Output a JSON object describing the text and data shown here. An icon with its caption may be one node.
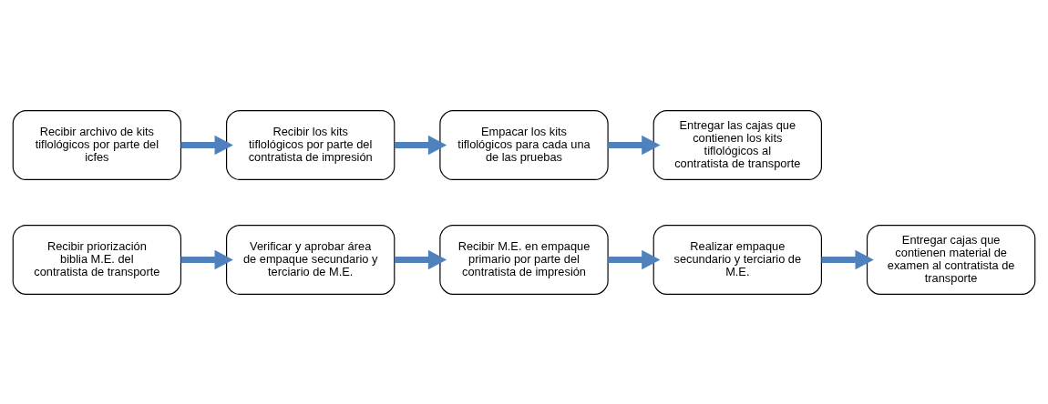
{
  "diagram": {
    "nodes": [
      {
        "text": [
          "Recibir priorización biblia M.E. del contratista de transporte"
        ]
      },
      {
        "text": [
          "Verificar y aprobar área de empaque secundario y terciario de M.E."
        ]
      },
      {
        "text": [
          "Recibir M.E. en empaque primario por parte del contratista de impresión"
        ]
      },
      {
        "text": [
          "Realizar empaque secundario y terciario de M.E."
        ]
      },
      {
        "text": [
          "Entregar cajas que contienen material de examen al contratista de transporte"
        ]
      },
      {
        "text": [
          "Recibir archivo de kits tiflológicos por parte del icfes"
        ]
      },
      {
        "text": [
          "Recibir los kits tiflológicos por parte del contratista de impresión"
        ]
      },
      {
        "text": [
          "Empacar los kits tiflológicos para cada una de las pruebas"
        ]
      },
      {
        "text": [
          "Entregar las cajas que contienen los kits tiflológicos al contratista de transporte"
        ]
      }
    ],
    "edges": [
      {
        "from": 0,
        "to": 1,
        "arrow": "to"
      },
      {
        "from": 1,
        "to": 2,
        "arrow": "to"
      },
      {
        "from": 2,
        "to": 3,
        "arrow": "to"
      },
      {
        "from": 3,
        "to": 4,
        "arrow": "to"
      },
      {
        "from": 5,
        "to": 6,
        "arrow": "to"
      },
      {
        "from": 6,
        "to": 7,
        "arrow": "to"
      },
      {
        "from": 7,
        "to": 8,
        "arrow": "to"
      }
    ]
  }
}
